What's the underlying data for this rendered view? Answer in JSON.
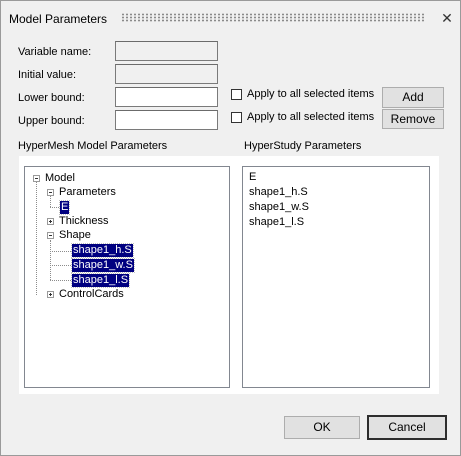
{
  "window": {
    "title": "Model Parameters",
    "close_glyph": "✕"
  },
  "form": {
    "variable_name_label": "Variable name:",
    "initial_value_label": "Initial value:",
    "lower_bound_label": "Lower bound:",
    "upper_bound_label": "Upper bound:",
    "variable_name_value": "",
    "initial_value_value": "",
    "lower_bound_value": "",
    "upper_bound_value": "",
    "apply_lower_label": "Apply to all selected items",
    "apply_upper_label": "Apply to all selected items",
    "add_label": "Add",
    "remove_label": "Remove"
  },
  "hypermesh": {
    "header": "HyperMesh Model Parameters",
    "tree": {
      "root": "Model",
      "parameters": "Parameters",
      "parameters_child": "E",
      "thickness": "Thickness",
      "shape": "Shape",
      "shape_children": [
        "shape1_h.S",
        "shape1_w.S",
        "shape1_l.S"
      ],
      "controlcards": "ControlCards"
    }
  },
  "hyperstudy": {
    "header": "HyperStudy Parameters",
    "items": [
      "E",
      "shape1_h.S",
      "shape1_w.S",
      "shape1_l.S"
    ]
  },
  "footer": {
    "ok_label": "OK",
    "cancel_label": "Cancel"
  },
  "icons": {
    "close": "close-icon",
    "expand_minus": "tree-collapse-icon",
    "expand_plus": "tree-expand-icon"
  }
}
